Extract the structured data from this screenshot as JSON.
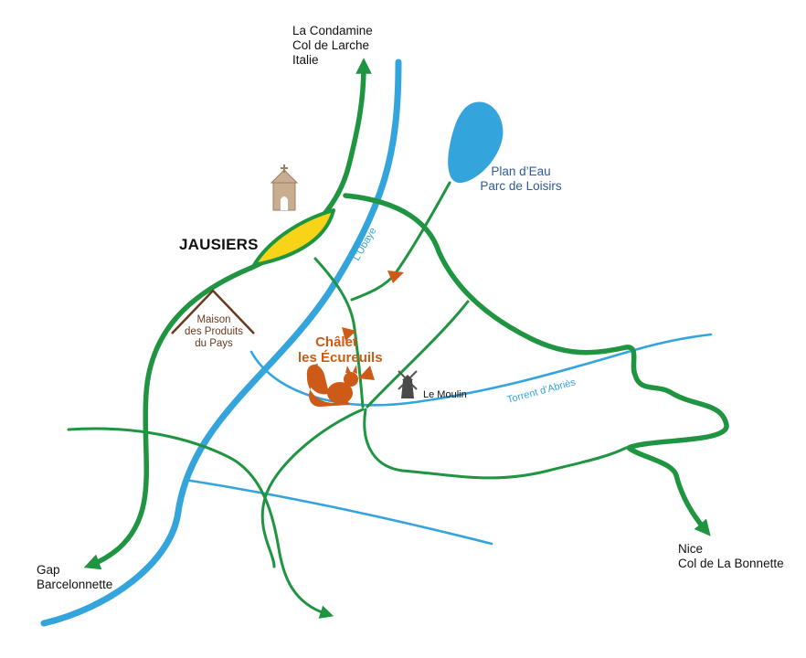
{
  "destinations": {
    "north": "La Condamine\nCol de Larche\nItalie",
    "southwest": "Gap\nBarcelonnette",
    "southeast": "Nice\nCol de La Bonnette"
  },
  "town": "JAUSIERS",
  "lake": "Plan d’Eau\nParc de Loisirs",
  "maison": "Maison\ndes Produits\ndu Pays",
  "chalet": "Châlet\nles Écureuils",
  "moulin": "Le Moulin",
  "rivers": {
    "ubaye": "L’Ubaye",
    "torrent": "Torrent d’Abriès"
  },
  "colors": {
    "road": "#1f9441",
    "river": "#34a4dc",
    "lake": "#34a4dc",
    "town_fill": "#f7d417",
    "accent": "#cd5a17",
    "church": "#c8ad90",
    "maison_roof": "#6a3a1e",
    "text_blue": "#2d5b9c"
  },
  "icons": [
    "church-icon",
    "roof-icon",
    "squirrel-icon",
    "windmill-icon",
    "direction-arrow-icon"
  ]
}
